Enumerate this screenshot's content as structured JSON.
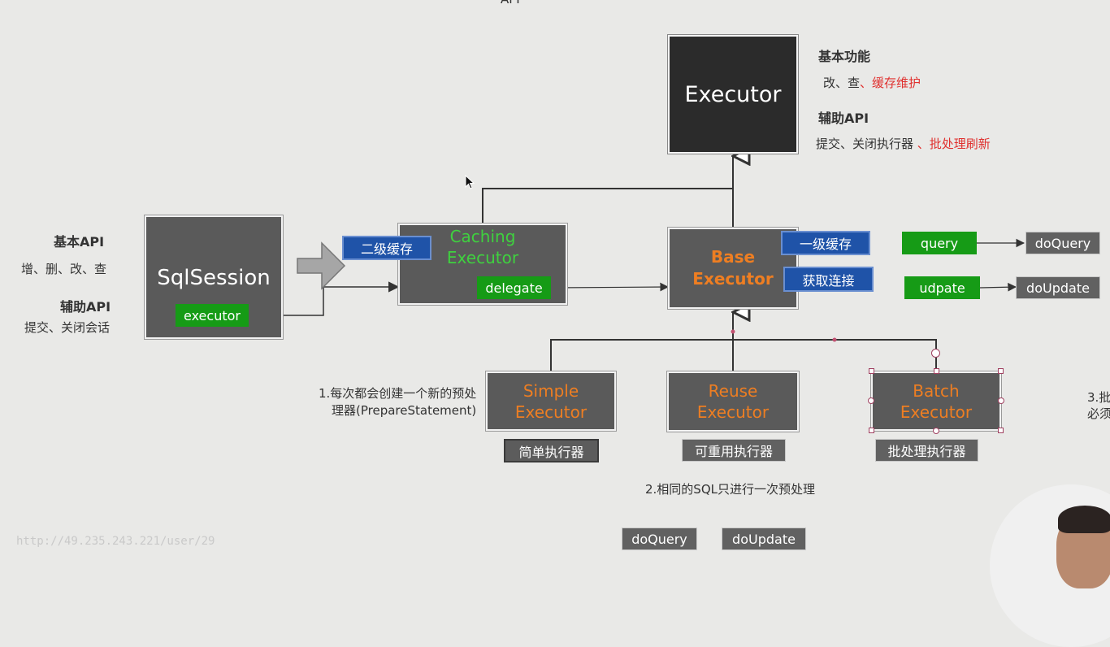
{
  "top_fragment": "API",
  "executor": {
    "label": "Executor"
  },
  "executor_notes": {
    "basic_title": "基本功能",
    "basic_items_plain": "改、查",
    "basic_items_red": "、缓存维护",
    "aux_title": "辅助API",
    "aux_items_plain": "提交、关闭执行器 ",
    "aux_items_red": "、批处理刷新"
  },
  "sqlsession": {
    "label": "SqlSession",
    "executor_tag": "executor"
  },
  "sqlsession_notes": {
    "basic_title": "基本API",
    "basic_items": "增、删、改、查",
    "aux_title": "辅助API",
    "aux_items": "提交、关闭会话"
  },
  "caching": {
    "line1": "Caching",
    "line2": "Executor",
    "cache_tag": "二级缓存",
    "delegate_tag": "delegate"
  },
  "base": {
    "line1": "Base",
    "line2": "Executor",
    "cache_tag": "一级缓存",
    "conn_tag": "获取连接"
  },
  "methods": {
    "query": "query",
    "doQuery": "doQuery",
    "update": "udpate",
    "doUpdate": "doUpdate"
  },
  "simple": {
    "line1": "Simple",
    "line2": "Executor",
    "cn": "简单执行器"
  },
  "reuse": {
    "line1": "Reuse",
    "line2": "Executor",
    "cn": "可重用执行器"
  },
  "batch": {
    "line1": "Batch",
    "line2": "Executor",
    "cn": "批处理执行器"
  },
  "note1": {
    "line1": "1.每次都会创建一个新的预处",
    "line2": "理器(PrepareStatement)"
  },
  "note2": "2.相同的SQL只进行一次预处理",
  "note3": {
    "line1": "3.批",
    "line2": "必须"
  },
  "bottom_tags": {
    "doQuery": "doQuery",
    "doUpdate": "doUpdate"
  },
  "watermark": "http://49.235.243.221/user/29",
  "colors": {
    "orange": "#ee7e22",
    "green": "#3fd13f",
    "blue_tag": "#1f53a8",
    "green_tag": "#169b16",
    "red": "#e0302e"
  }
}
